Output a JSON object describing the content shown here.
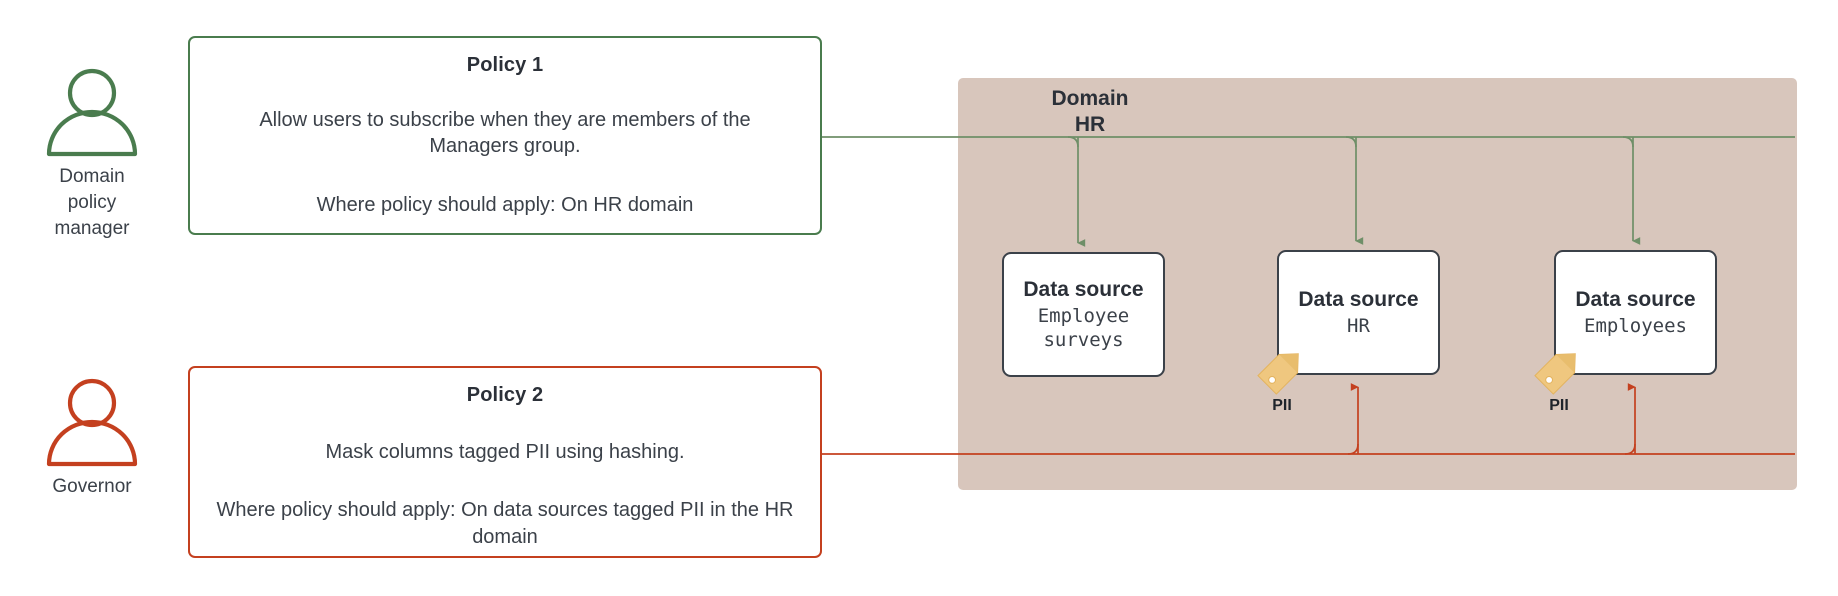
{
  "theme": {
    "green": "#4a7c4e",
    "green_line": "#6f8f68",
    "red": "#c4401f",
    "red_line": "#c4401f",
    "panel_bg": "#d8c6bc",
    "card_border": "#3b4149",
    "tag_fill": "#efc77f",
    "tag_fold": "#e3b35f",
    "text": "#2b3038",
    "page_bg": "#ffffff"
  },
  "actors": [
    {
      "id": "domain-policy-manager",
      "icon": "person-icon",
      "color": "#4a7c4e",
      "caption_lines": [
        "Domain",
        "policy",
        "manager"
      ]
    },
    {
      "id": "governor",
      "icon": "person-icon",
      "color": "#c4401f",
      "caption_lines": [
        "Governor"
      ]
    }
  ],
  "policies": [
    {
      "id": "policy-1",
      "title": "Policy 1",
      "rule": "Allow users to subscribe when they are members of the Managers group.",
      "scope": "Where policy should apply: On HR domain",
      "accent": "#4a7c4e"
    },
    {
      "id": "policy-2",
      "title": "Policy 2",
      "rule": "Mask columns tagged PII using hashing.",
      "scope": "Where  policy should apply: On data sources tagged PII in the HR domain",
      "accent": "#c4401f"
    }
  ],
  "domain": {
    "kind_label": "Domain",
    "name": "HR",
    "data_sources": [
      {
        "id": "ds-employee-surveys",
        "kind_label": "Data source",
        "name": "Employee surveys",
        "tag": null
      },
      {
        "id": "ds-hr",
        "kind_label": "Data source",
        "name": "HR",
        "tag": "PII"
      },
      {
        "id": "ds-employees",
        "kind_label": "Data source",
        "name": "Employees",
        "tag": "PII"
      }
    ]
  },
  "tags": [
    {
      "id": "tag-hr",
      "icon": "tag-icon",
      "label": "PII"
    },
    {
      "id": "tag-employees",
      "icon": "tag-icon",
      "label": "PII"
    }
  ],
  "connections": {
    "policy1_to_sources": {
      "color": "#6f8f68",
      "from": "policy-1",
      "to": [
        "ds-employee-surveys",
        "ds-hr",
        "ds-employees"
      ],
      "style": "orthogonal-arrow"
    },
    "policy2_to_tagged_sources": {
      "color": "#c4401f",
      "from": "policy-2",
      "to": [
        "ds-hr",
        "ds-employees"
      ],
      "style": "orthogonal-arrow"
    }
  }
}
